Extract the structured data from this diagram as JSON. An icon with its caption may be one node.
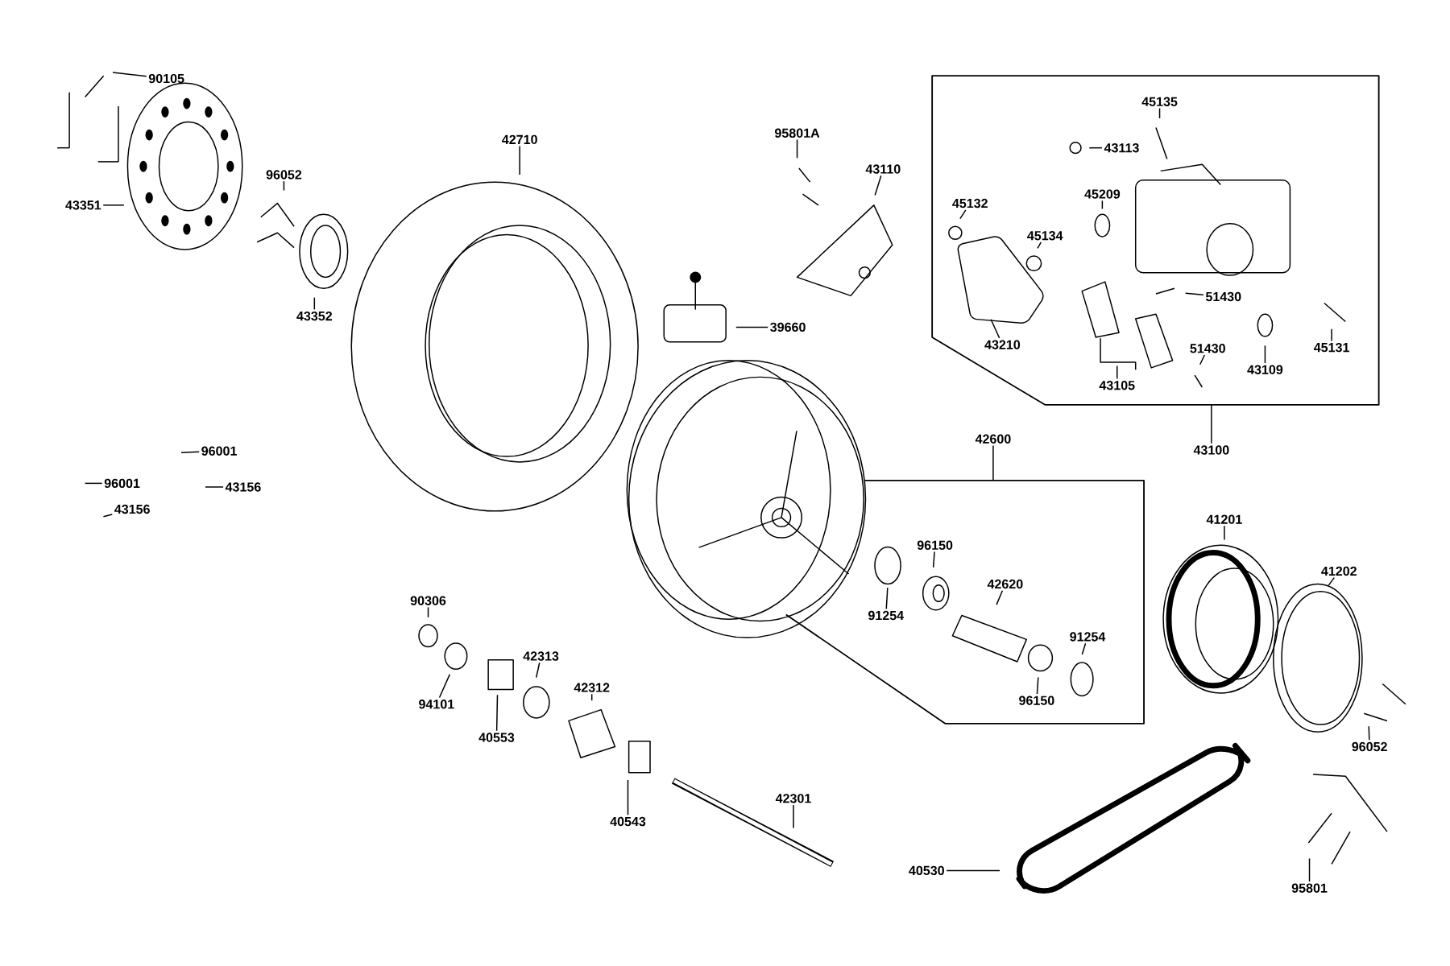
{
  "diagram": {
    "nodes": [
      {
        "text": [
          "90105"
        ]
      },
      {
        "text": [
          "42710"
        ]
      },
      {
        "text": [
          "95801A"
        ]
      },
      {
        "text": [
          "43110"
        ]
      },
      {
        "text": [
          "96052"
        ]
      },
      {
        "text": [
          "43351"
        ]
      },
      {
        "text": [
          "43352"
        ]
      },
      {
        "text": [
          "39660"
        ]
      },
      {
        "text": [],
        "shape": "box"
      },
      {
        "text": [
          "45135"
        ],
        "in": 8
      },
      {
        "text": [
          "43113"
        ],
        "in": 8
      },
      {
        "text": [
          "45209"
        ],
        "in": 8
      },
      {
        "text": [
          "45132"
        ],
        "in": 8
      },
      {
        "text": [
          "45134"
        ],
        "in": 8
      },
      {
        "text": [
          "51430"
        ],
        "in": 8
      },
      {
        "text": [
          "43210"
        ],
        "in": 8
      },
      {
        "text": [
          "45131"
        ],
        "in": 8
      },
      {
        "text": [
          "51430"
        ],
        "in": 8
      },
      {
        "text": [
          "43109"
        ],
        "in": 8
      },
      {
        "text": [
          "43105"
        ],
        "in": 8
      },
      {
        "text": [
          "43100"
        ]
      },
      {
        "text": [
          "42600"
        ]
      },
      {
        "text": [],
        "shape": "box"
      },
      {
        "text": [
          "96150"
        ],
        "in": 22
      },
      {
        "text": [
          "42620"
        ],
        "in": 22
      },
      {
        "text": [
          "91254"
        ],
        "in": 22
      },
      {
        "text": [
          "91254"
        ],
        "in": 22
      },
      {
        "text": [
          "96150"
        ],
        "in": 22
      },
      {
        "text": [
          "96001"
        ]
      },
      {
        "text": [
          "96001"
        ]
      },
      {
        "text": [
          "43156"
        ]
      },
      {
        "text": [
          "43156"
        ]
      },
      {
        "text": [
          "41201"
        ]
      },
      {
        "text": [
          "41202"
        ]
      },
      {
        "text": [
          "90306"
        ]
      },
      {
        "text": [
          "42313"
        ]
      },
      {
        "text": [
          "42312"
        ]
      },
      {
        "text": [
          "94101"
        ]
      },
      {
        "text": [
          "40553"
        ]
      },
      {
        "text": [
          "96052"
        ]
      },
      {
        "text": [
          "42301"
        ]
      },
      {
        "text": [
          "40543"
        ]
      },
      {
        "text": [
          "40530"
        ]
      },
      {
        "text": [
          "95801"
        ]
      }
    ],
    "edges": [
      {
        "from": 0,
        "to": null,
        "arrow": "none"
      },
      {
        "from": 1,
        "to": null,
        "arrow": "none"
      },
      {
        "from": 2,
        "to": null,
        "arrow": "none"
      },
      {
        "from": 3,
        "to": null,
        "arrow": "none"
      },
      {
        "from": 4,
        "to": null,
        "arrow": "none"
      },
      {
        "from": 5,
        "to": null,
        "arrow": "none"
      },
      {
        "from": 6,
        "to": null,
        "arrow": "none"
      },
      {
        "from": 7,
        "to": null,
        "arrow": "none"
      },
      {
        "from": 9,
        "to": null,
        "arrow": "none"
      },
      {
        "from": 10,
        "to": null,
        "arrow": "none"
      },
      {
        "from": 11,
        "to": null,
        "arrow": "none"
      },
      {
        "from": 12,
        "to": null,
        "arrow": "none"
      },
      {
        "from": 13,
        "to": null,
        "arrow": "none"
      },
      {
        "from": 14,
        "to": null,
        "arrow": "none"
      },
      {
        "from": 15,
        "to": null,
        "arrow": "none"
      },
      {
        "from": 16,
        "to": null,
        "arrow": "none"
      },
      {
        "from": 17,
        "to": null,
        "arrow": "none"
      },
      {
        "from": 18,
        "to": null,
        "arrow": "none"
      },
      {
        "from": 19,
        "to": null,
        "arrow": "none"
      },
      {
        "from": 20,
        "to": 8,
        "arrow": "none"
      },
      {
        "from": 21,
        "to": 22,
        "arrow": "none"
      },
      {
        "from": 23,
        "to": null,
        "arrow": "none"
      },
      {
        "from": 24,
        "to": null,
        "arrow": "none"
      },
      {
        "from": 25,
        "to": null,
        "arrow": "none"
      },
      {
        "from": 26,
        "to": null,
        "arrow": "none"
      },
      {
        "from": 27,
        "to": null,
        "arrow": "none"
      },
      {
        "from": 28,
        "to": null,
        "arrow": "none"
      },
      {
        "from": 29,
        "to": null,
        "arrow": "none"
      },
      {
        "from": 30,
        "to": null,
        "arrow": "none"
      },
      {
        "from": 31,
        "to": null,
        "arrow": "none"
      },
      {
        "from": 32,
        "to": null,
        "arrow": "none"
      },
      {
        "from": 33,
        "to": null,
        "arrow": "none"
      },
      {
        "from": 34,
        "to": null,
        "arrow": "none"
      },
      {
        "from": 35,
        "to": null,
        "arrow": "none"
      },
      {
        "from": 36,
        "to": null,
        "arrow": "none"
      },
      {
        "from": 37,
        "to": null,
        "arrow": "none"
      },
      {
        "from": 38,
        "to": null,
        "arrow": "none"
      },
      {
        "from": 39,
        "to": null,
        "arrow": "none"
      },
      {
        "from": 40,
        "to": null,
        "arrow": "none"
      },
      {
        "from": 41,
        "to": null,
        "arrow": "none"
      },
      {
        "from": 42,
        "to": null,
        "arrow": "none"
      },
      {
        "from": 43,
        "to": null,
        "arrow": "none"
      }
    ]
  }
}
